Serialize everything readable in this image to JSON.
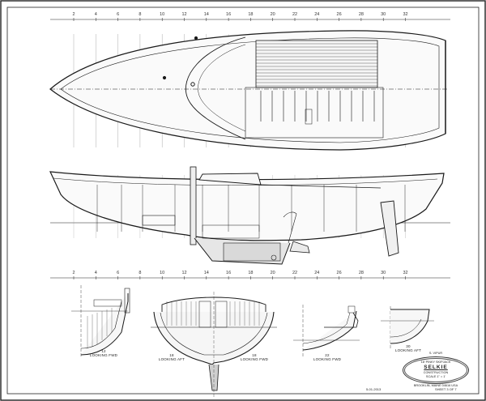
{
  "station_ticks": [
    "2",
    "4",
    "6",
    "8",
    "10",
    "12",
    "14",
    "16",
    "18",
    "20",
    "22",
    "24",
    "26",
    "28",
    "30",
    "32"
  ],
  "sections": [
    {
      "station": "12",
      "view": "LOOKING FWD"
    },
    {
      "station": "18",
      "view": "LOOKING AFT"
    },
    {
      "station": "18",
      "view": "LOOKING FWD"
    },
    {
      "station": "22",
      "view": "LOOKING FWD"
    },
    {
      "station": "30",
      "view": "LOOKING AFT"
    }
  ],
  "title_block": {
    "drawn_by_top": "S. VIPUR",
    "design": "18' PINKY SKIPJACK",
    "boat_name": "SELKIE",
    "drawing": "CONSTRUCTION",
    "scale": "SCALE 1\" = 1'",
    "designer": "BROOKLIN, MAINE 04616 USA",
    "date": "5-01-2013",
    "sheet": "SHEET 3 OF 7"
  },
  "colors": {
    "line": "#1a1a1a",
    "hull_fill": "#f4f4f4",
    "ballast": "#c8c8c8"
  }
}
